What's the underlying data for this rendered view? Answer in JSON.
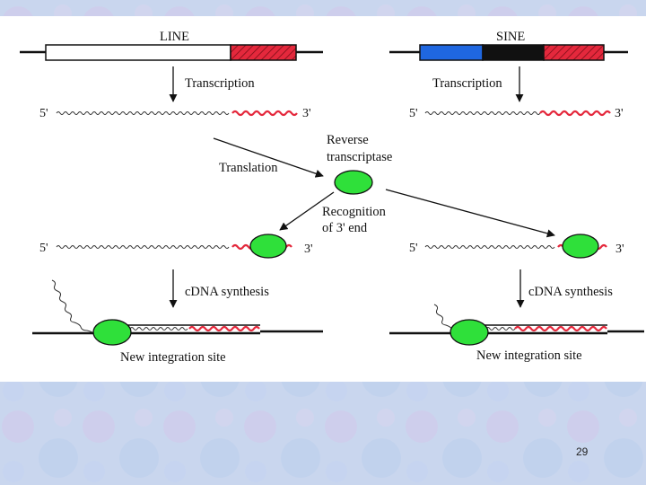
{
  "colors": {
    "background": "#c9d6ee",
    "red": "#e4283c",
    "blue": "#1f67e0",
    "protein_green": "#2fe03a",
    "line_black": "#111111"
  },
  "left": {
    "title": "LINE",
    "transcription": "Transcription",
    "five_prime": "5'",
    "three_prime": "3'",
    "translation": "Translation",
    "recognition_line1": "Recognition",
    "recognition_line2": "of 3' end",
    "mid_five_prime": "5'",
    "mid_three_prime": "3'",
    "cdna": "cDNA synthesis",
    "integration": "New integration site"
  },
  "center": {
    "rt_line1": "Reverse",
    "rt_line2": "transcriptase"
  },
  "right": {
    "title": "SINE",
    "transcription": "Transcription",
    "five_prime": "5'",
    "three_prime": "3'",
    "mid_five_prime": "5'",
    "mid_three_prime": "3'",
    "cdna": "cDNA synthesis",
    "integration": "New integration site"
  },
  "page_number": "29"
}
